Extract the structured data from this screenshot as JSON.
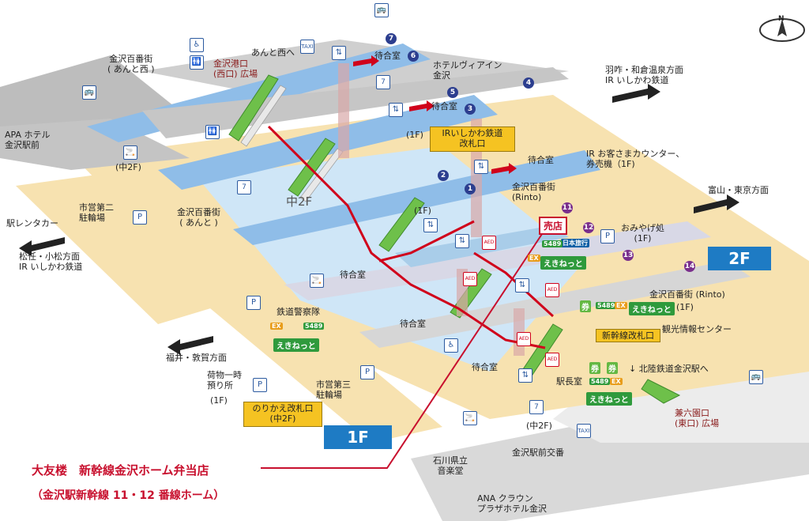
{
  "callout": {
    "shop_name": "大友楼　新幹線金沢ホーム弁当店",
    "shop_location": "（金沢駅新幹線 11・12 番線ホーム）",
    "shop_marker": "売店"
  },
  "floors": {
    "floor_2f": "2F",
    "floor_1f": "1F",
    "mid_2f": "中2F"
  },
  "north": "N",
  "gates": {
    "ir_gate": "IRいしかわ鉄道\n改札口",
    "shinkansen_gate": "新幹線改札口",
    "transfer_gate": "のりかえ改札口\n(中2F)"
  },
  "platforms": {
    "p1": "1",
    "p2": "2",
    "p3": "3",
    "p4": "4",
    "p5": "5",
    "p6": "6",
    "p7": "7",
    "p11": "11",
    "p12": "12",
    "p13": "13",
    "p14": "14"
  },
  "waiting_rooms": [
    "待合室",
    "待合室",
    "待合室",
    "待合室",
    "待合室",
    "待合室"
  ],
  "labels": {
    "anto_nishi": "金沢百番街\n( あんと西 )",
    "anto_nishi_to": "あんと西へ",
    "kanazawa_west": "金沢港口\n(西口) 広場",
    "hotel_via": "ホテルヴィアイン\n金沢",
    "hakui": "羽咋・和倉温泉方面\nIR いしかわ鉄道",
    "apa": "APA ホテル\n金沢駅前",
    "mid2f_small": "(中2F)",
    "f1_small": "(1F)",
    "f1_small_2": "(1F)",
    "ir_counter": "IR お客さまカウンター、\n券売機（1F)",
    "rinto": "金沢百番街\n(Rinto)",
    "toyama": "富山・東京方面",
    "rental_car": "駅レンタカー",
    "parking2": "市営第二\n駐輪場",
    "anto": "金沢百番街\n( あんと )",
    "matsuto": "松任・小松方面\nIR いしかわ鉄道",
    "omiyage": "おみやげ処\n(1F)",
    "rinto2": "金沢百番街 (Rinto)",
    "rinto2_floor": "(1F)",
    "police": "鉄道警察隊",
    "tourist": "観光情報センター",
    "fukui": "福井・敦賀方面",
    "baggage": "荷物一時\n預り所",
    "baggage_floor": "(1F)",
    "parking3": "市営第三\n駐輪場",
    "hokuriku": "↓ 北陸鉄道金沢駅へ",
    "stationmaster": "駅長室",
    "kenroku": "兼六園口\n(東口) 広場",
    "mid2f_bottom": "(中2F)",
    "koban": "金沢駅前交番",
    "music_hall": "石川県立\n音楽堂",
    "ana": "ANA クラウン\nプラザホテル金沢"
  },
  "service_marks": {
    "ekinet": "えきねっと",
    "ex": "EX",
    "ken": "券",
    "aed": "AED",
    "nihon_ryoko": "日本旅行",
    "midori": "5489"
  },
  "colors": {
    "platform_gray": "#b9b9b9",
    "concourse_beige": "#f7dfa8",
    "blue_route": "#7fb2e6",
    "red_route": "#d0021b",
    "floor_badge": "#1e7bc4",
    "gate_yellow": "#f5c322"
  }
}
